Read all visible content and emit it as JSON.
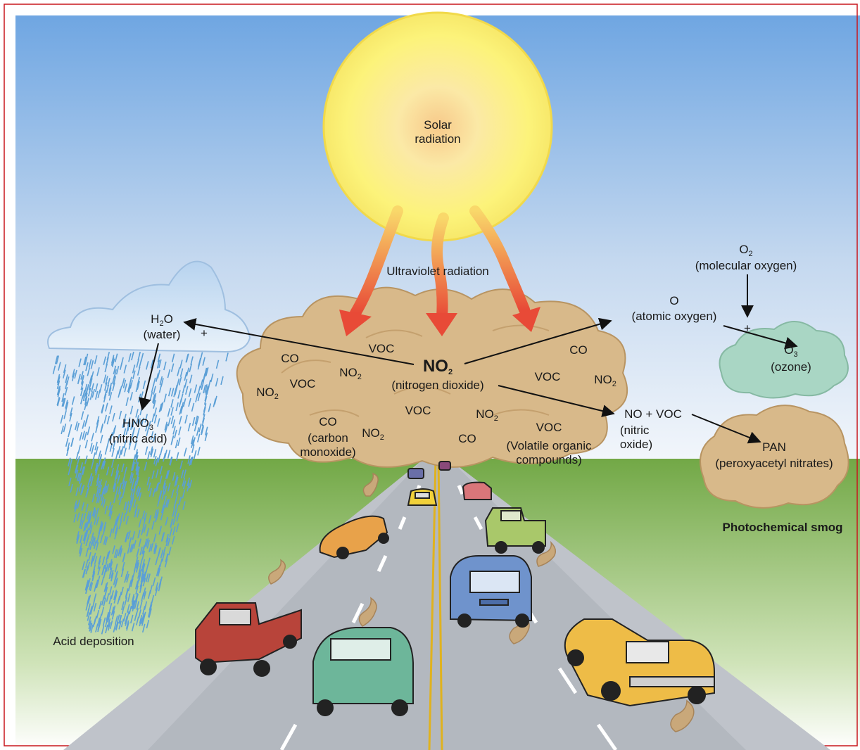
{
  "labels": {
    "solar_radiation": [
      "Solar",
      "radiation"
    ],
    "ultraviolet_radiation": "Ultraviolet radiation",
    "no2_main": {
      "base": "NO",
      "sub": "2"
    },
    "no2_main_name": "(nitrogen dioxide)",
    "h2o": {
      "base": "H",
      "sub": "2",
      "tail": "O"
    },
    "h2o_name": "(water)",
    "plus_water": "+",
    "hno3": {
      "base": "HNO",
      "sub": "3"
    },
    "hno3_name": "(nitric acid)",
    "acid_deposition": "Acid deposition",
    "atomic_o": "O",
    "atomic_o_name": "(atomic oxygen)",
    "o2": {
      "base": "O",
      "sub": "2"
    },
    "o2_name": "(molecular oxygen)",
    "plus_oxygen": "+",
    "o3": {
      "base": "O",
      "sub": "3"
    },
    "o3_name": "(ozone)",
    "no_voc": "NO + VOC",
    "nitric_oxide": [
      "(nitric",
      "oxide)"
    ],
    "pan": "PAN",
    "pan_name": "(peroxyacetyl nitrates)",
    "photochemical_smog": "Photochemical smog",
    "co": "CO",
    "voc": "VOC",
    "no2": {
      "base": "NO",
      "sub": "2"
    },
    "carbon_monoxide": [
      "(carbon",
      "monoxide)"
    ],
    "volatile_organic": [
      "(Volatile organic",
      "compounds)"
    ]
  },
  "colors": {
    "sky_top": "#6fa6e2",
    "sky_bottom": "#f2f6fb",
    "ground": "#7cae4f",
    "road": "#b9bdc4",
    "smog_cloud": "#d8b98a",
    "ozone_cloud": "#a9d6c4",
    "rain": "#5b9fd6",
    "uv_arrow": "#e8553a",
    "border": "#c8161d"
  }
}
